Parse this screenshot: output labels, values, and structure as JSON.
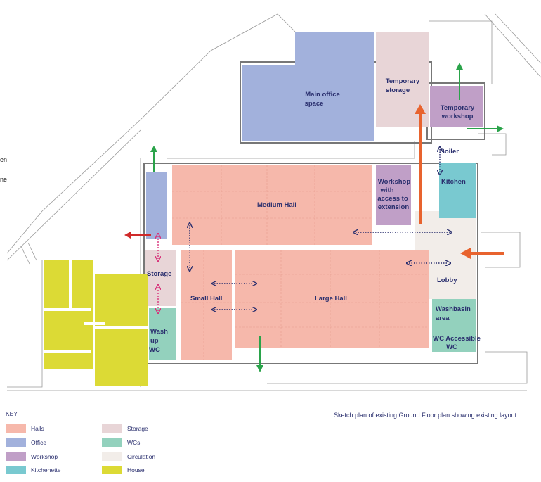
{
  "edge_text": [
    "en",
    "ne"
  ],
  "rooms": {
    "main_office": [
      "Main office",
      "space"
    ],
    "temporary_storage": [
      "Temporary",
      "storage"
    ],
    "temporary_workshop": [
      "Temporary",
      "workshop"
    ],
    "boiler": "Boiler",
    "kitchen": "Kitchen",
    "workshop": [
      "Workshop",
      "with",
      "access to",
      "extension"
    ],
    "medium_hall": "Medium Hall",
    "storage": "Storage",
    "small_hall": "Small Hall",
    "large_hall": "Large Hall",
    "lobby": "Lobby",
    "washbasin": [
      "Washbasin",
      "area"
    ],
    "wc_accessible": [
      "WC Accessible",
      "WC"
    ],
    "wash_up_wc": [
      "Wash",
      "up",
      "WC"
    ]
  },
  "caption": "Sketch plan of existing Ground Floor plan showing existing layout",
  "key": {
    "title": "KEY",
    "items": [
      {
        "label": "Halls",
        "color": "#f6b8ab"
      },
      {
        "label": "Office",
        "color": "#a2b1dc"
      },
      {
        "label": "Workshop",
        "color": "#c09fc7"
      },
      {
        "label": "Kitchenette",
        "color": "#79c9d0"
      },
      {
        "label": "Storage",
        "color": "#e8d5d7"
      },
      {
        "label": "WCs",
        "color": "#93d1bd"
      },
      {
        "label": "Circulation",
        "color": "#f2ede9"
      },
      {
        "label": "House",
        "color": "#dcda35"
      }
    ]
  }
}
